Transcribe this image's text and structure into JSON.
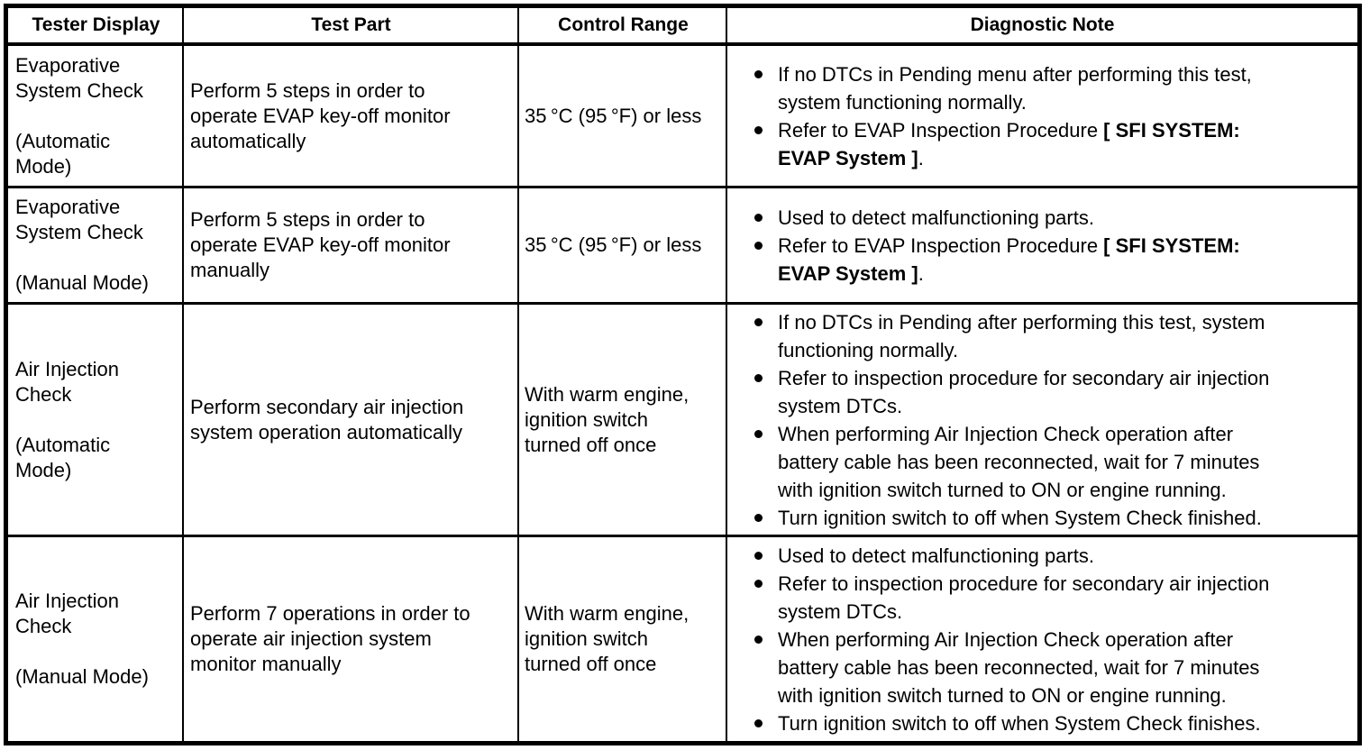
{
  "colors": {
    "background": "#ffffff",
    "border": "#000000",
    "text": "#000000"
  },
  "table": {
    "headers": {
      "tester_display": "Tester Display",
      "test_part": "Test Part",
      "control_range": "Control Range",
      "diagnostic_note": "Diagnostic Note"
    },
    "rows": [
      {
        "tester_display": "Evaporative\nSystem Check\n\n(Automatic\nMode)",
        "test_part": "Perform 5 steps in order to\noperate EVAP key-off monitor\nautomatically",
        "control_range": "35 °C (95 °F) or less",
        "notes": [
          {
            "segments": [
              {
                "text": "If no DTCs in Pending menu after performing this test,\nsystem functioning normally.",
                "bold": false
              }
            ]
          },
          {
            "segments": [
              {
                "text": "Refer to EVAP Inspection Procedure ",
                "bold": false
              },
              {
                "text": "[ SFI SYSTEM:\nEVAP System ]",
                "bold": true
              },
              {
                "text": ".",
                "bold": false
              }
            ]
          }
        ]
      },
      {
        "tester_display": "Evaporative\nSystem Check\n\n(Manual Mode)",
        "test_part": "Perform 5 steps in order to\noperate EVAP key-off monitor\nmanually",
        "control_range": "35 °C (95 °F) or less",
        "notes": [
          {
            "segments": [
              {
                "text": "Used to detect malfunctioning parts.",
                "bold": false
              }
            ]
          },
          {
            "segments": [
              {
                "text": "Refer to EVAP Inspection Procedure ",
                "bold": false
              },
              {
                "text": "[ SFI SYSTEM:\nEVAP System ]",
                "bold": true
              },
              {
                "text": ".",
                "bold": false
              }
            ]
          }
        ]
      },
      {
        "tester_display": "Air Injection\nCheck\n\n(Automatic\nMode)",
        "test_part": "Perform secondary air injection\nsystem operation automatically",
        "control_range": "With warm engine,\nignition switch\nturned off once",
        "notes": [
          {
            "segments": [
              {
                "text": "If no DTCs in Pending after performing this test, system\nfunctioning normally.",
                "bold": false
              }
            ]
          },
          {
            "segments": [
              {
                "text": "Refer to inspection procedure for secondary air injection\nsystem DTCs.",
                "bold": false
              }
            ]
          },
          {
            "segments": [
              {
                "text": "When performing Air Injection Check operation after\nbattery cable has been reconnected, wait for 7 minutes\nwith ignition switch turned to ON or engine running.",
                "bold": false
              }
            ]
          },
          {
            "segments": [
              {
                "text": "Turn ignition switch to off when System Check finished.",
                "bold": false
              }
            ]
          }
        ]
      },
      {
        "tester_display": "Air Injection\nCheck\n\n(Manual Mode)",
        "test_part": "Perform 7 operations in order to\noperate air injection system\nmonitor manually",
        "control_range": "With warm engine,\nignition switch\nturned off once",
        "notes": [
          {
            "segments": [
              {
                "text": "Used to detect malfunctioning parts.",
                "bold": false
              }
            ]
          },
          {
            "segments": [
              {
                "text": "Refer to inspection procedure for secondary air injection\nsystem DTCs.",
                "bold": false
              }
            ]
          },
          {
            "segments": [
              {
                "text": "When performing Air Injection Check operation after\nbattery cable has been reconnected, wait for 7 minutes\nwith ignition switch turned to ON or engine running.",
                "bold": false
              }
            ]
          },
          {
            "segments": [
              {
                "text": "Turn ignition switch to off when System Check finishes.",
                "bold": false
              }
            ]
          }
        ]
      }
    ]
  }
}
